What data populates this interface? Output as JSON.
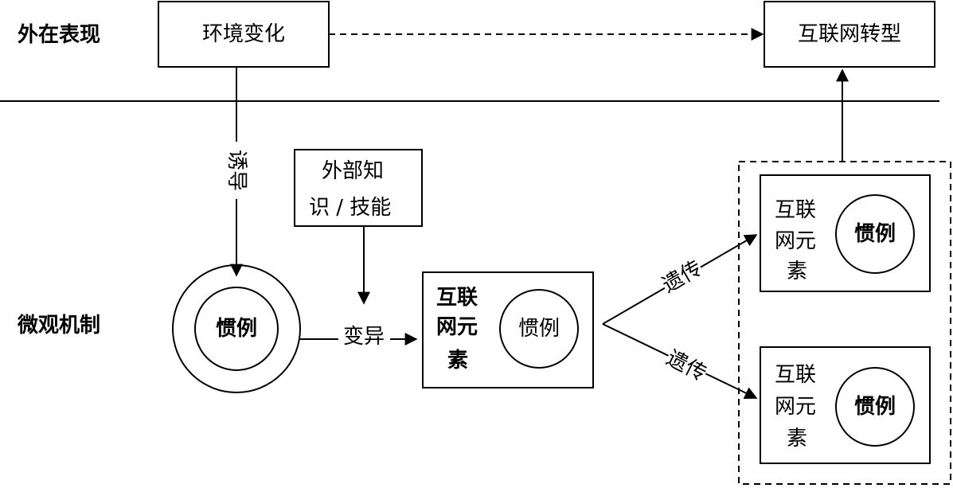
{
  "rows": {
    "top": "外在表现",
    "bottom": "微观机制"
  },
  "nodes": {
    "env_change": "环境变化",
    "internet_transform": "互联网转型",
    "external_knowledge_line1": "外部知",
    "external_knowledge_line2": "识 / 技能",
    "element_line1": "互联",
    "element_line2": "网元",
    "element_line3": "素",
    "routine": "惯例"
  },
  "edges": {
    "induce": "诱导",
    "mutate": "变异",
    "inherit": "遗传"
  }
}
